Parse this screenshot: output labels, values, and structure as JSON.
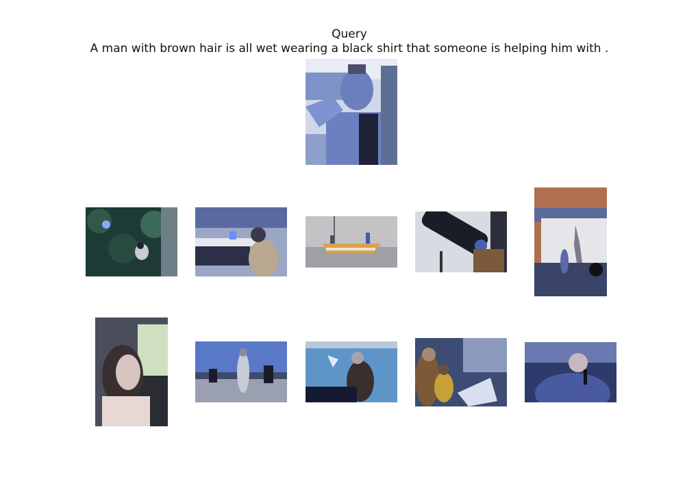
{
  "header": {
    "title": "Query",
    "caption": "A man with brown hair is all wet wearing a black shirt that someone is helping him with ."
  },
  "query_image": {
    "description_icon": "photo-man-wet-black-shirt"
  },
  "results": [
    {
      "row": 1,
      "col": 1,
      "icon": "photo-aerial-person-foliage"
    },
    {
      "row": 1,
      "col": 2,
      "icon": "photo-workshop-person"
    },
    {
      "row": 1,
      "col": 3,
      "icon": "photo-small-boat-water"
    },
    {
      "row": 1,
      "col": 4,
      "icon": "photo-telescope-person"
    },
    {
      "row": 1,
      "col": 5,
      "icon": "photo-truck-shadow-person"
    },
    {
      "row": 2,
      "col": 1,
      "icon": "photo-woman-in-car"
    },
    {
      "row": 2,
      "col": 2,
      "icon": "photo-gym-person-standing"
    },
    {
      "row": 2,
      "col": 3,
      "icon": "photo-speaker-at-podium"
    },
    {
      "row": 2,
      "col": 4,
      "icon": "photo-adult-child-reading"
    },
    {
      "row": 2,
      "col": 5,
      "icon": "photo-man-with-microphone"
    }
  ]
}
